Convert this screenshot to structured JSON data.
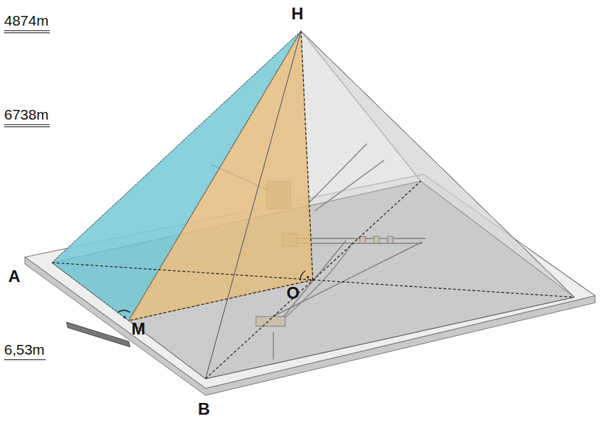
{
  "diagram": {
    "labels": [
      "4874m",
      "6738m",
      "6,53m",
      "H",
      "A",
      "O",
      "M",
      "B"
    ]
  }
}
